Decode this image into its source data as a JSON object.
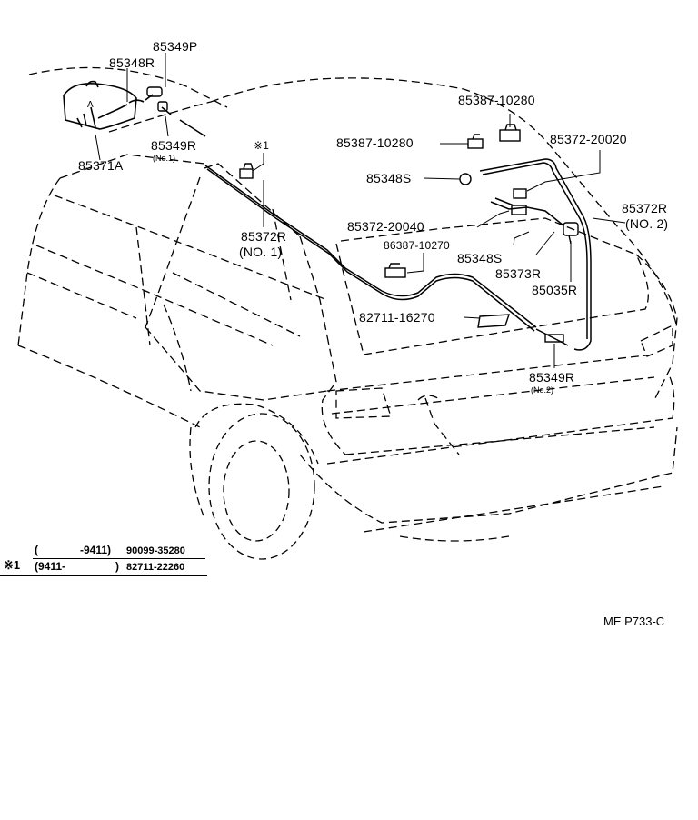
{
  "parts": {
    "p85349P": "85349P",
    "p85348R": "85348R",
    "p85349R_no1": "85349R",
    "p85349R_no1_sub": "(No.1)",
    "p85371A": "85371A",
    "star1": "※1",
    "p85372R_no1": "85372R",
    "p85372R_no1_sub": "(NO. 1)",
    "p85387_10280_a": "85387-10280",
    "p85387_10280_b": "85387-10280",
    "p85372_20020": "85372-20020",
    "p85348S_a": "85348S",
    "p85372R_no2": "85372R",
    "p85372R_no2_sub": "(NO. 2)",
    "p85372_20040": "85372-20040",
    "p86387_10270": "86387-10270",
    "p85348S_b": "85348S",
    "p85373R": "85373R",
    "p85035R": "85035R",
    "p82711_16270": "82711-16270",
    "p85349R_no2": "85349R",
    "p85349R_no2_sub": "(No.2)"
  },
  "note": {
    "row1_range_open": "(",
    "row1_range": "-9411)",
    "row1_part": "90099-35280",
    "row2_marker": "※1",
    "row2_range_start": "(9411-",
    "row2_range_close": ")",
    "row2_part": "82711-22260"
  },
  "figure_code": "ME P733-C"
}
